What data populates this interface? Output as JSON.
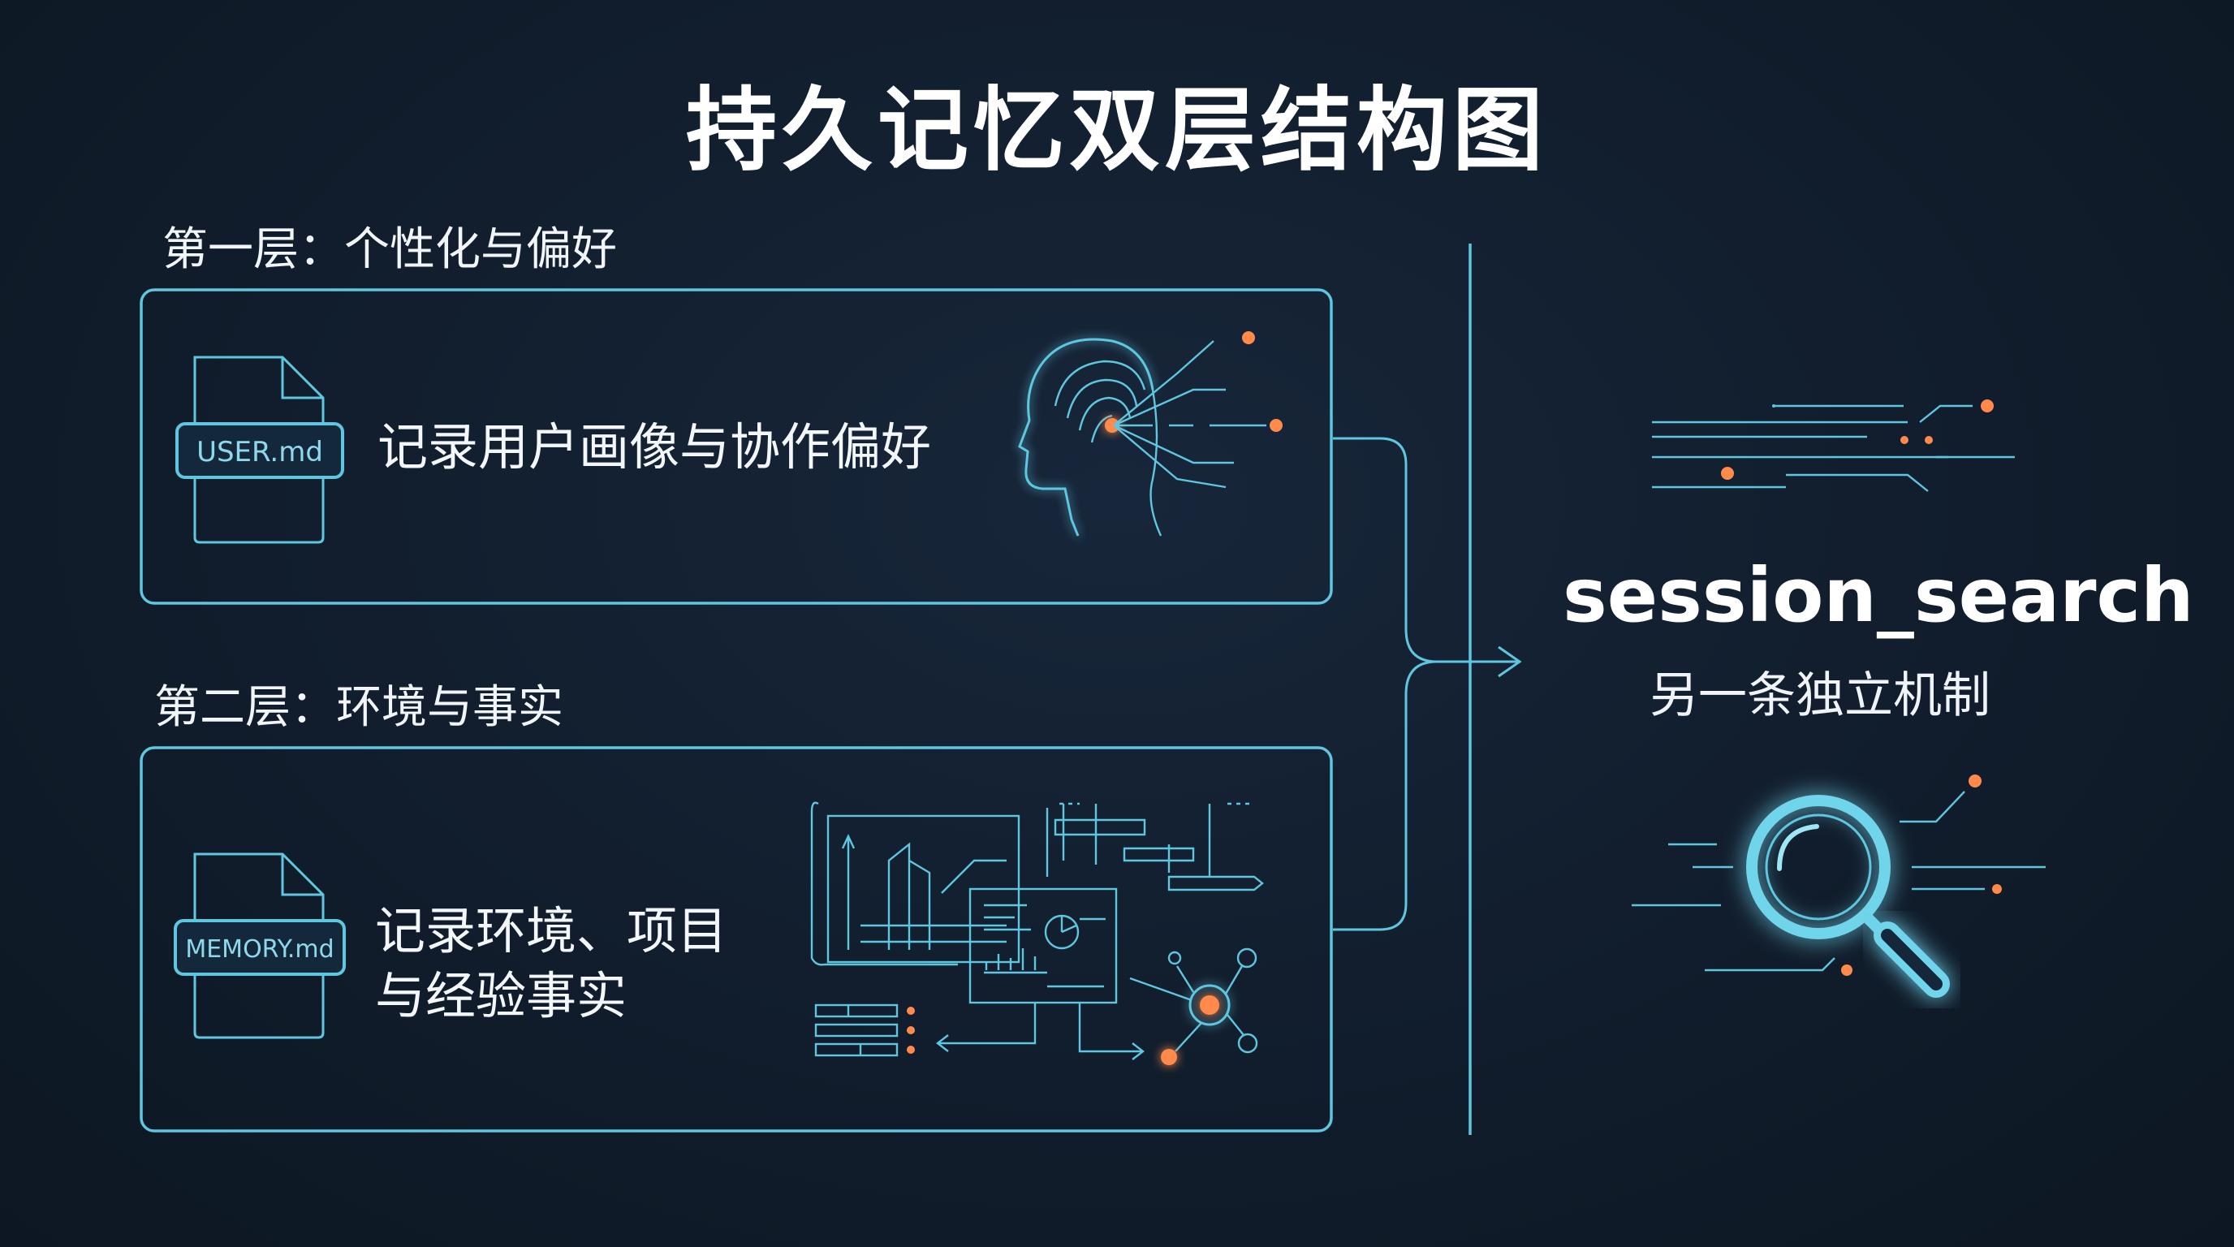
{
  "title": "持久记忆双层结构图",
  "layer1": {
    "label": "第一层：个性化与偏好",
    "file": "USER.md",
    "description": "记录用户画像与协作偏好",
    "illustration_icon": "head-profile-icon"
  },
  "layer2": {
    "label": "第二层：环境与事实",
    "file": "MEMORY.md",
    "description_lines": [
      "记录环境、项目",
      "与经验事实"
    ],
    "illustration_icon": "blueprint-dashboard-icon"
  },
  "session": {
    "title": "session_search",
    "subtitle": "另一条独立机制",
    "icon": "magnifier-icon"
  },
  "colors": {
    "background": "#111d2c",
    "accent_line": "#5fc6e0",
    "accent_dot": "#ff8a4c",
    "text": "#ffffff"
  }
}
